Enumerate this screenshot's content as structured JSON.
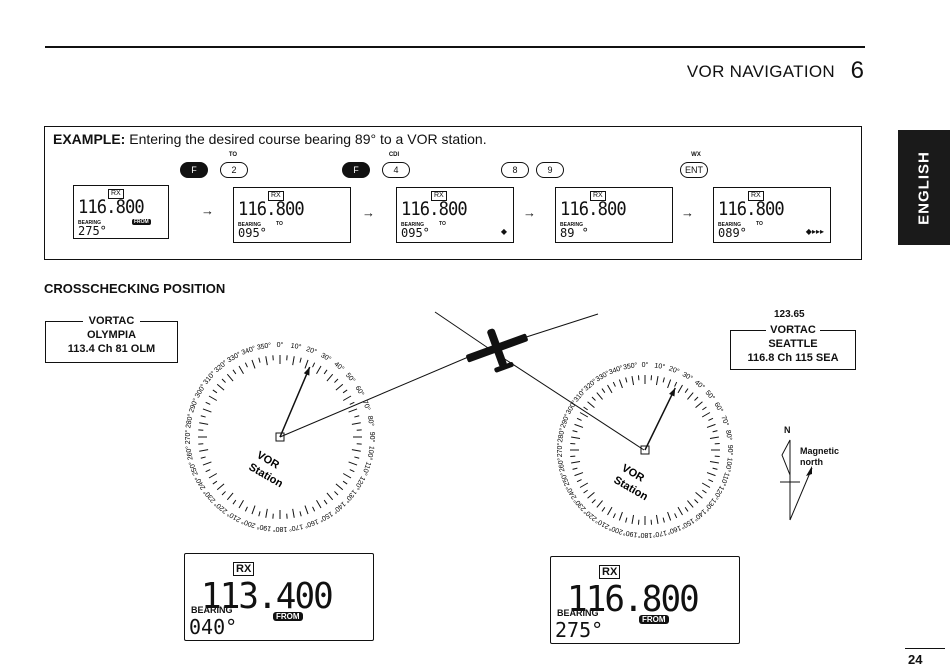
{
  "header": {
    "title": "VOR NAVIGATION",
    "chapter_number": "6"
  },
  "side_tab": {
    "label": "ENGLISH"
  },
  "example": {
    "label": "EXAMPLE:",
    "text": "Entering the desired course bearing 89° to a VOR station.",
    "key_groups": [
      {
        "caption": "TO",
        "keys": [
          "F",
          "2"
        ]
      },
      {
        "caption": "CDI",
        "keys": [
          "F",
          "4"
        ]
      },
      {
        "caption": "",
        "keys": [
          "8",
          "9"
        ]
      },
      {
        "caption": "WX",
        "keys": [
          "ENT"
        ]
      }
    ],
    "displays": [
      {
        "rx": "RX",
        "frequency": "116.800",
        "bearing_label": "BEARING",
        "bearing": "275°",
        "flag": "FROM",
        "indicator": ""
      },
      {
        "rx": "RX",
        "frequency": "116.800",
        "bearing_label": "BEARING",
        "bearing": "095°",
        "flag": "TO",
        "indicator": ""
      },
      {
        "rx": "RX",
        "frequency": "116.800",
        "bearing_label": "BEARING",
        "bearing": "095°",
        "flag": "TO",
        "indicator": "◆"
      },
      {
        "rx": "RX",
        "frequency": "116.800",
        "bearing_label": "BEARING",
        "bearing": "89 °",
        "flag": "",
        "indicator": ""
      },
      {
        "rx": "RX",
        "frequency": "116.800",
        "bearing_label": "BEARING",
        "bearing": "089°",
        "flag": "TO",
        "indicator": "◆▸▸▸"
      }
    ],
    "arrow": "→"
  },
  "section": {
    "title": "CROSSCHECKING POSITION"
  },
  "stations": {
    "left": {
      "line1": "VORTAC",
      "line2": "OLYMPIA",
      "line3": "113.4 Ch 81 OLM"
    },
    "right": {
      "above": "123.65",
      "line1": "VORTAC",
      "line2": "SEATTLE",
      "line3": "116.8 Ch 115 SEA"
    }
  },
  "compass": {
    "center_label_1": "VOR",
    "center_label_2": "Station",
    "degree_labels": [
      "0°",
      "10°",
      "20°",
      "30°",
      "40°",
      "50°",
      "60°",
      "70°",
      "80°",
      "90°",
      "100°",
      "110°",
      "120°",
      "130°",
      "140°",
      "150°",
      "160°",
      "170°",
      "180°",
      "190°",
      "200°",
      "210°",
      "220°",
      "230°",
      "240°",
      "250°",
      "260°",
      "270°",
      "280°",
      "290°",
      "300°",
      "310°",
      "320°",
      "330°",
      "340°",
      "350°"
    ]
  },
  "bottom_displays": {
    "left": {
      "rx": "RX",
      "frequency": "113.400",
      "bearing_label": "BEARING",
      "flag": "FROM",
      "bearing": "040°"
    },
    "right": {
      "rx": "RX",
      "frequency": "116.800",
      "bearing_label": "BEARING",
      "flag": "FROM",
      "bearing": "275°"
    }
  },
  "magnetic": {
    "n": "N",
    "label_1": "Magnetic",
    "label_2": "north"
  },
  "page": {
    "number": "24"
  }
}
